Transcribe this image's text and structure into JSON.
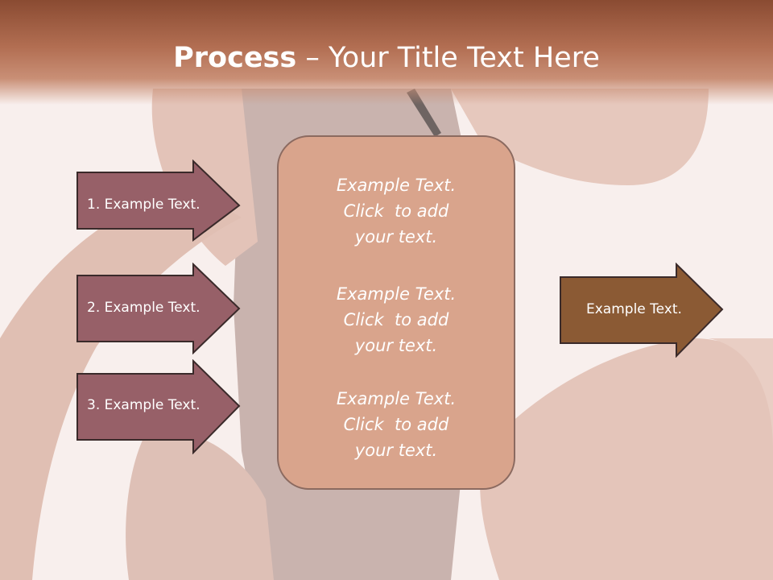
{
  "slide": {
    "title_bold": "Process",
    "title_rest": " – Your Title Text Here",
    "left_items": [
      {
        "label": "1. Example Text."
      },
      {
        "label": "2. Example Text."
      },
      {
        "label": "3. Example Text."
      }
    ],
    "center_blocks": [
      {
        "lines": [
          "Example Text.",
          "Click  to add",
          "your text."
        ]
      },
      {
        "lines": [
          "Example Text.",
          "Click  to add",
          "your text."
        ]
      },
      {
        "lines": [
          "Example Text.",
          "Click  to add",
          "your text."
        ]
      }
    ],
    "right_item": {
      "label": "Example Text."
    }
  },
  "colors": {
    "header": "#8a4b32",
    "left_arrow_fill": "#976068",
    "right_arrow_fill": "#8b5a34",
    "center_box_fill": "#d9a48c"
  }
}
